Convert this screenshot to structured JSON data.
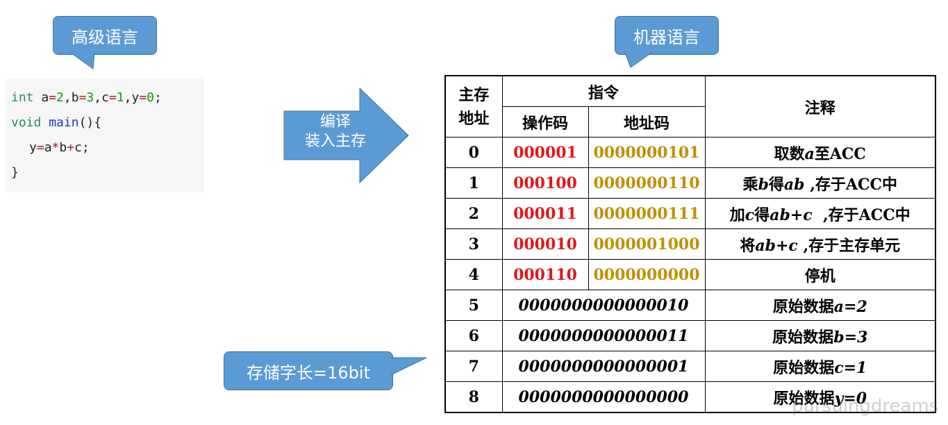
{
  "callouts": {
    "high_level": "高级语言",
    "machine": "机器语言",
    "word_length": "存储字长=16bit"
  },
  "code": {
    "line1": [
      {
        "t": "int",
        "c": "kw"
      },
      {
        "t": " a",
        "c": "punc"
      },
      {
        "t": "=",
        "c": "op"
      },
      {
        "t": "2",
        "c": "num"
      },
      {
        "t": ",b",
        "c": "punc"
      },
      {
        "t": "=",
        "c": "op"
      },
      {
        "t": "3",
        "c": "num"
      },
      {
        "t": ",c",
        "c": "punc"
      },
      {
        "t": "=",
        "c": "op"
      },
      {
        "t": "1",
        "c": "num"
      },
      {
        "t": ",y",
        "c": "punc"
      },
      {
        "t": "=",
        "c": "op"
      },
      {
        "t": "0",
        "c": "num"
      },
      {
        "t": ";",
        "c": "punc"
      }
    ],
    "line2": [
      {
        "t": "void",
        "c": "kw"
      },
      {
        "t": " ",
        "c": "punc"
      },
      {
        "t": "main",
        "c": "fn"
      },
      {
        "t": "(){",
        "c": "punc"
      }
    ],
    "line3": [
      {
        "t": "y",
        "c": "punc"
      },
      {
        "t": "=",
        "c": "op"
      },
      {
        "t": "a",
        "c": "punc"
      },
      {
        "t": "*",
        "c": "op"
      },
      {
        "t": "b",
        "c": "punc"
      },
      {
        "t": "+",
        "c": "op"
      },
      {
        "t": "c",
        "c": "punc"
      },
      {
        "t": ";",
        "c": "punc"
      }
    ],
    "line4": [
      {
        "t": "}",
        "c": "punc"
      }
    ]
  },
  "arrow": {
    "line1": "编译",
    "line2": "装入主存"
  },
  "table": {
    "headers": {
      "address": "主存地址",
      "address_line1": "主存",
      "address_line2": "地址",
      "instruction": "指令",
      "opcode": "操作码",
      "addr_code": "地址码",
      "note": "注释"
    },
    "instr_rows": [
      {
        "addr": "0",
        "op": "000001",
        "ad": "0000000101",
        "note": [
          {
            "t": "取数"
          },
          {
            "t": "a",
            "i": true
          },
          {
            "t": "至ACC"
          }
        ]
      },
      {
        "addr": "1",
        "op": "000100",
        "ad": "0000000110",
        "note": [
          {
            "t": "乘"
          },
          {
            "t": "b",
            "i": true
          },
          {
            "t": "得"
          },
          {
            "t": "ab",
            "i": true
          },
          {
            "t": " ,存于ACC中"
          }
        ]
      },
      {
        "addr": "2",
        "op": "000011",
        "ad": "0000000111",
        "note": [
          {
            "t": "加"
          },
          {
            "t": "c",
            "i": true
          },
          {
            "t": "得"
          },
          {
            "t": "ab+c",
            "i": true
          },
          {
            "t": "  ,存于ACC中"
          }
        ]
      },
      {
        "addr": "3",
        "op": "000010",
        "ad": "0000001000",
        "note": [
          {
            "t": "将"
          },
          {
            "t": "ab+c",
            "i": true
          },
          {
            "t": " ,存于主存单元"
          }
        ]
      },
      {
        "addr": "4",
        "op": "000110",
        "ad": "0000000000",
        "note": [
          {
            "t": "停机"
          }
        ]
      }
    ],
    "data_rows": [
      {
        "addr": "5",
        "value": "0000000000000010",
        "note": [
          {
            "t": "原始数据"
          },
          {
            "t": "a=2",
            "i": true
          }
        ]
      },
      {
        "addr": "6",
        "value": "0000000000000011",
        "note": [
          {
            "t": "原始数据"
          },
          {
            "t": "b=3",
            "i": true
          }
        ]
      },
      {
        "addr": "7",
        "value": "0000000000000001",
        "note": [
          {
            "t": "原始数据"
          },
          {
            "t": "c=1",
            "i": true
          }
        ]
      },
      {
        "addr": "8",
        "value": "0000000000000000",
        "note": [
          {
            "t": "原始数据"
          },
          {
            "t": "y=0",
            "i": true
          }
        ]
      }
    ]
  },
  "colors": {
    "bubble": "#5b9bd5",
    "opcode": "#e3151b",
    "address_code": "#bf9000"
  },
  "watermark": "pursuingdreams"
}
